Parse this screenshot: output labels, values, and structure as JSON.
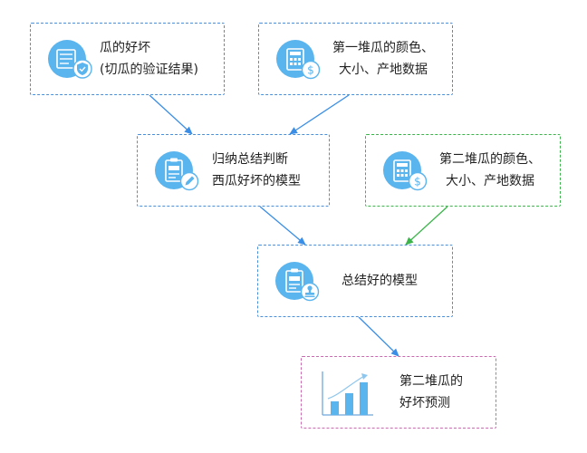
{
  "nodes": {
    "quality": {
      "lines": [
        "瓜的好坏",
        "(切瓜的验证结果)"
      ],
      "icon": "checklist-shield-icon"
    },
    "batch1": {
      "lines": [
        "第一堆瓜的颜色、",
        "大小、产地数据"
      ],
      "icon": "calculator-dollar-icon"
    },
    "induction": {
      "lines": [
        "归纳总结判断",
        "西瓜好坏的模型"
      ],
      "icon": "clipboard-pen-icon"
    },
    "batch2": {
      "lines": [
        "第二堆瓜的颜色、",
        "大小、产地数据"
      ],
      "icon": "calculator-dollar-icon"
    },
    "model": {
      "lines": [
        "总结好的模型"
      ],
      "icon": "clipboard-stamp-icon"
    },
    "prediction": {
      "lines": [
        "第二堆瓜的",
        "好坏预测"
      ],
      "icon": "bar-chart-trend-icon"
    }
  },
  "colors": {
    "blue_border": "#4a90d9",
    "green_border": "#3cb44b",
    "pink_border": "#c96ab0",
    "icon_circle": "#5ab4ee",
    "blue_arrow": "#3a8ee6",
    "green_arrow": "#3cb44b"
  }
}
